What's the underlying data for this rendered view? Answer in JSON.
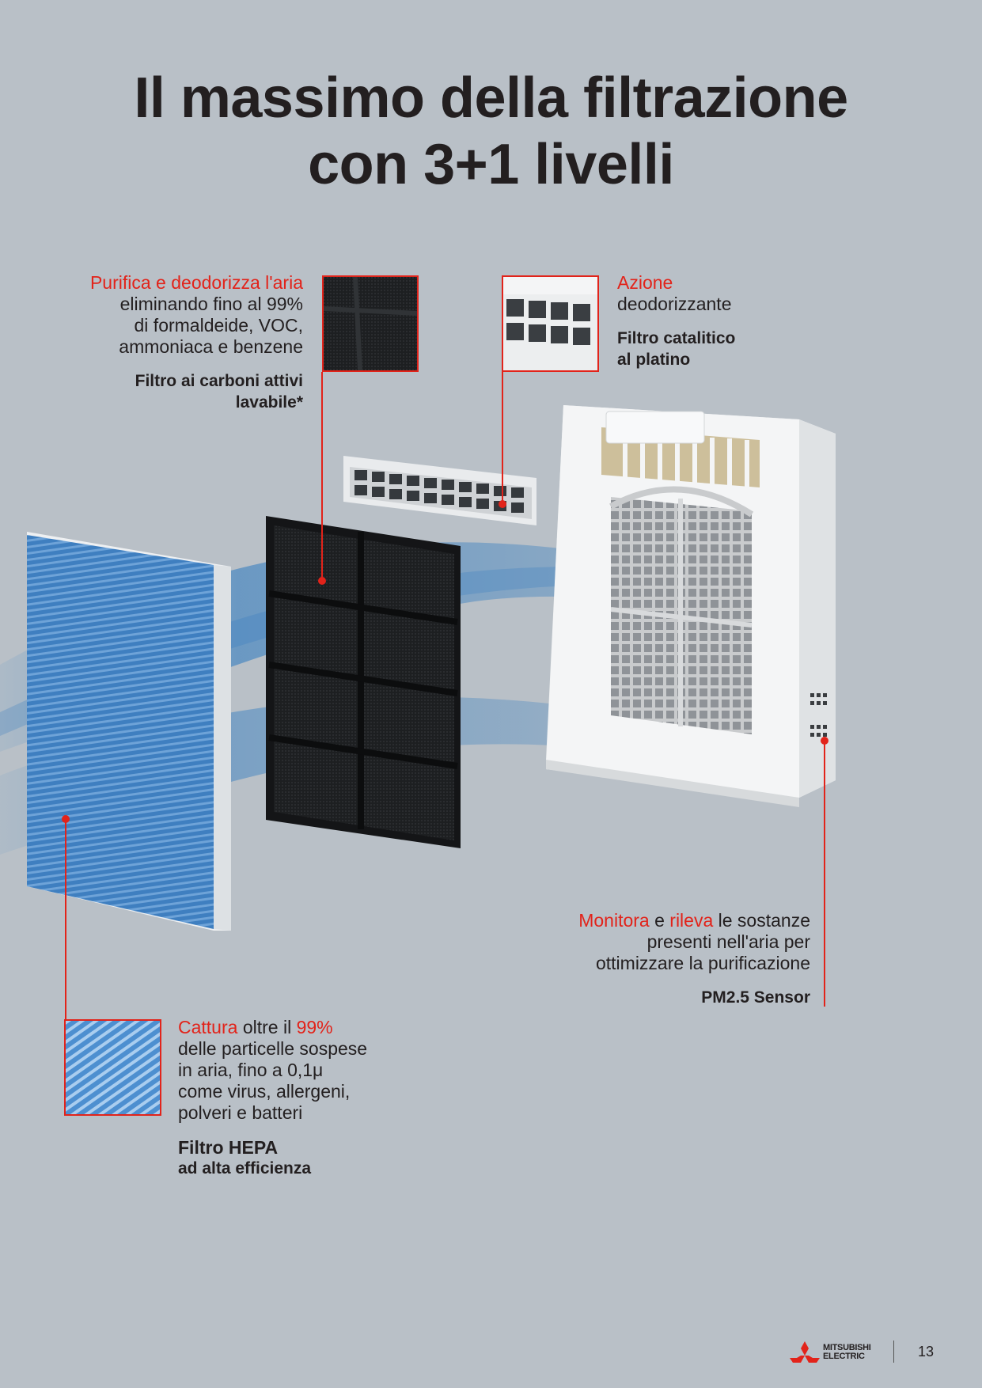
{
  "title": {
    "line1": "Il massimo della filtrazione",
    "line2": "con 3+1 livelli"
  },
  "carbon": {
    "highlight": "Purifica e deodorizza l'aria",
    "lines": [
      "eliminando fino al 99%",
      "di formaldeide, VOC,",
      "ammoniaca e benzene"
    ],
    "name_lines": [
      "Filtro ai carboni attivi",
      "lavabile*"
    ]
  },
  "catalytic": {
    "highlight": "Azione",
    "line": "deodorizzante",
    "name_lines": [
      "Filtro catalitico",
      "al platino"
    ]
  },
  "sensor": {
    "hl1": "Monitora",
    "mid1": " e ",
    "hl2": "rileva",
    "rest1": " le sostanze",
    "lines": [
      "presenti nell'aria per",
      "ottimizzare la purificazione"
    ],
    "name": "PM2.5 Sensor"
  },
  "hepa": {
    "hl1": "Cattura",
    "mid1": " oltre il ",
    "hl2": "99%",
    "lines": [
      "delle particelle sospese",
      "in aria, fino a 0,1μ",
      "come virus, allergeni,",
      "polveri e batteri"
    ],
    "name_lines": [
      "Filtro HEPA",
      "ad alta efficienza"
    ]
  },
  "footer": {
    "brand_line1": "MITSUBISHI",
    "brand_line2": "ELECTRIC",
    "page_number": "13"
  },
  "colors": {
    "accent": "#e2231a",
    "background": "#b9c0c7",
    "text": "#231f20"
  }
}
